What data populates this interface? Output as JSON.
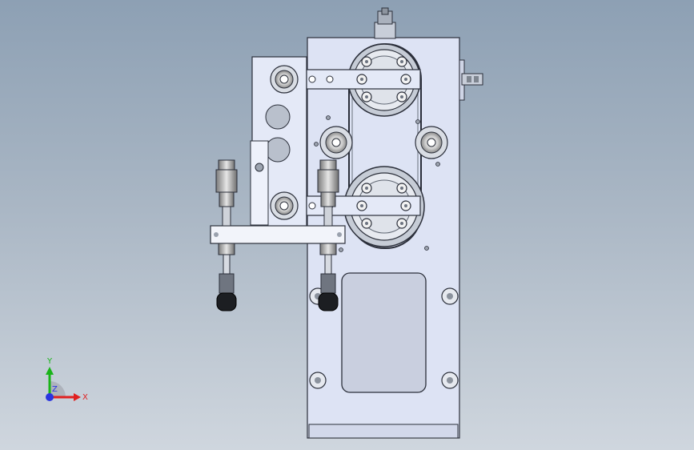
{
  "viewport": {
    "background_top": "#8da0b4",
    "background_bottom": "#cfd6de"
  },
  "colors": {
    "plate": "#dde3f4",
    "plate_edge": "#2b2f3a",
    "bracket": "#e4e9f7",
    "bore": "#b9c0cc",
    "pulley_ring": "#c6ccd6",
    "axis_x": "#e02020",
    "axis_y": "#19b419",
    "axis_z": "#2a35e0"
  },
  "triad": {
    "x_label": "X",
    "y_label": "Y",
    "z_label": "Z"
  }
}
